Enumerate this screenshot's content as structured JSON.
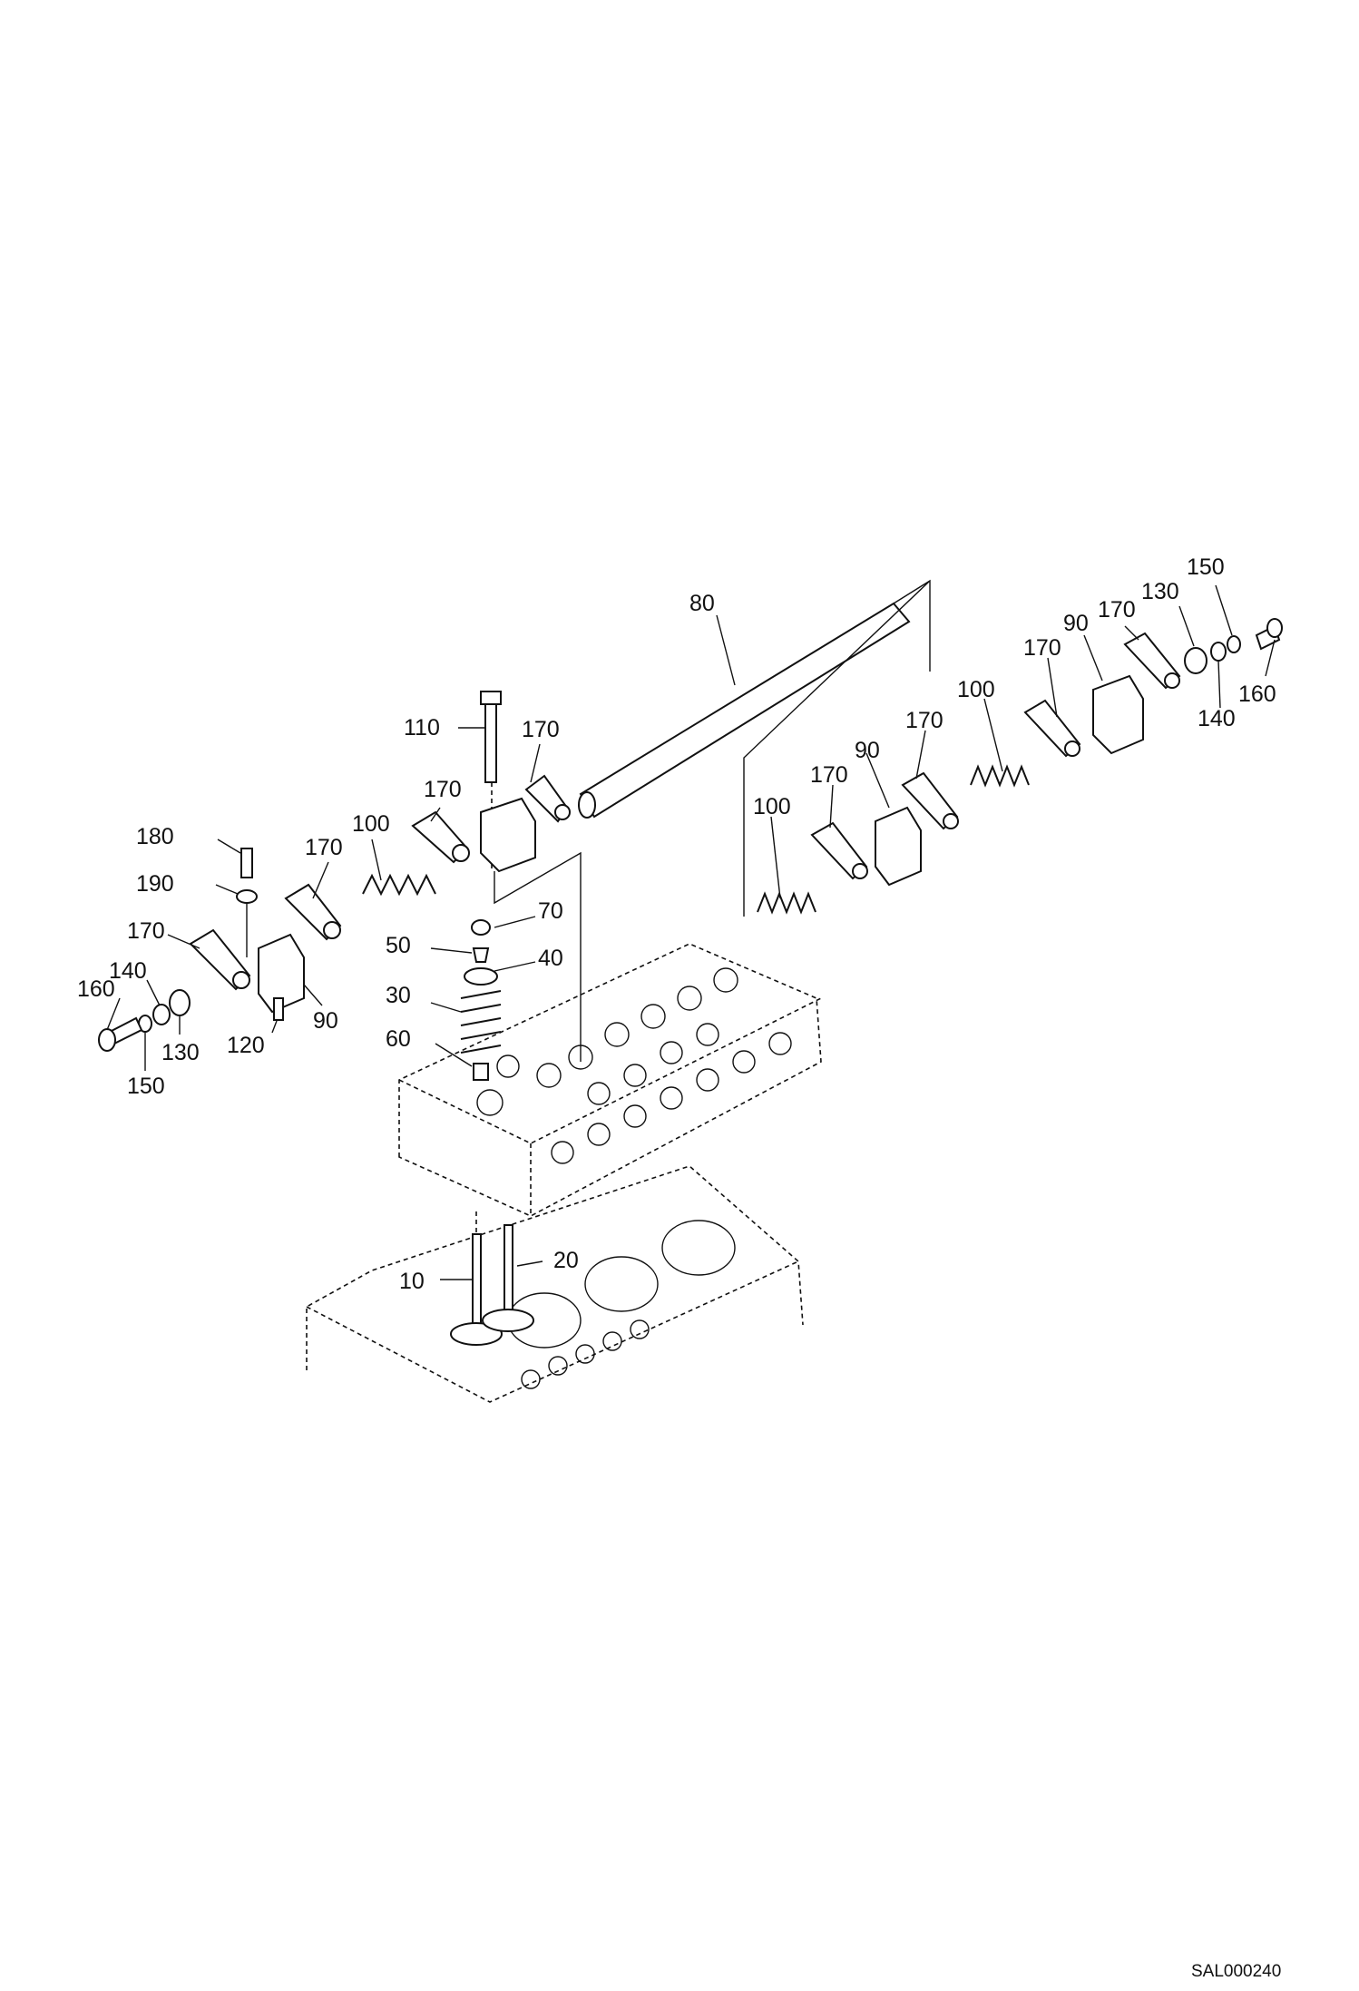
{
  "diagram_code": "SAL000240",
  "callouts": [
    {
      "id": "c80a",
      "text": "80"
    },
    {
      "id": "c110",
      "text": "110"
    },
    {
      "id": "c170a",
      "text": "170"
    },
    {
      "id": "c170b",
      "text": "170"
    },
    {
      "id": "c100a",
      "text": "100"
    },
    {
      "id": "c170c",
      "text": "170"
    },
    {
      "id": "c180",
      "text": "180"
    },
    {
      "id": "c190",
      "text": "190"
    },
    {
      "id": "c170d",
      "text": "170"
    },
    {
      "id": "c140a",
      "text": "140"
    },
    {
      "id": "c160a",
      "text": "160"
    },
    {
      "id": "c130a",
      "text": "130"
    },
    {
      "id": "c150a",
      "text": "150"
    },
    {
      "id": "c120",
      "text": "120"
    },
    {
      "id": "c90a",
      "text": "90"
    },
    {
      "id": "c70",
      "text": "70"
    },
    {
      "id": "c50",
      "text": "50"
    },
    {
      "id": "c40",
      "text": "40"
    },
    {
      "id": "c30",
      "text": "30"
    },
    {
      "id": "c60",
      "text": "60"
    },
    {
      "id": "c20",
      "text": "20"
    },
    {
      "id": "c10",
      "text": "10"
    },
    {
      "id": "c150b",
      "text": "150"
    },
    {
      "id": "c130b",
      "text": "130"
    },
    {
      "id": "c170e",
      "text": "170"
    },
    {
      "id": "c90b",
      "text": "90"
    },
    {
      "id": "c170f",
      "text": "170"
    },
    {
      "id": "c160b",
      "text": "160"
    },
    {
      "id": "c140b",
      "text": "140"
    },
    {
      "id": "c100b",
      "text": "100"
    },
    {
      "id": "c170g",
      "text": "170"
    },
    {
      "id": "c90c",
      "text": "90"
    },
    {
      "id": "c170h",
      "text": "170"
    },
    {
      "id": "c100c",
      "text": "100"
    }
  ]
}
